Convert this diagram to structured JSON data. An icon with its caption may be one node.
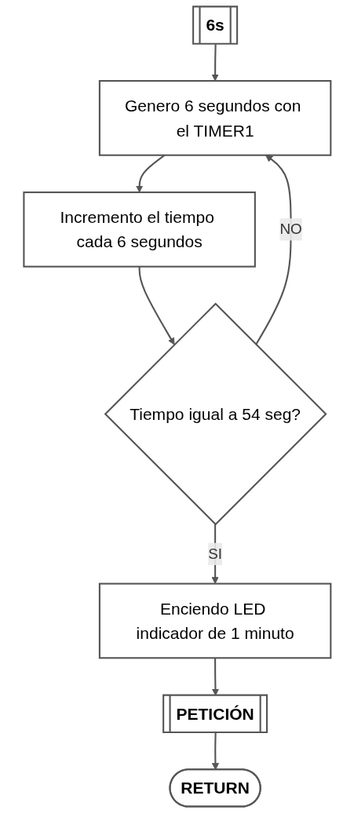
{
  "diagram": {
    "nodes": [
      {
        "text": [
          "6s"
        ]
      },
      {
        "text": [
          "Genero 6 segundos con el TIMER1"
        ]
      },
      {
        "text": [
          "Incremento el tiempo cada 6 segundos"
        ]
      },
      {
        "text": [
          "Tiempo igual a 54 seg?"
        ]
      },
      {
        "text": [
          "Enciendo LED indicador de 1 minuto"
        ]
      },
      {
        "text": [
          "PETICIÓN"
        ]
      },
      {
        "text": [
          "RETURN"
        ]
      }
    ],
    "edges": [
      {
        "from": 0,
        "to": 1,
        "arrow": "to"
      },
      {
        "from": 1,
        "to": 2,
        "arrow": "to"
      },
      {
        "from": 2,
        "to": 3,
        "arrow": "to"
      },
      {
        "from": 3,
        "to": 4,
        "label": "SI",
        "arrow": "to"
      },
      {
        "from": 3,
        "to": 1,
        "label": "NO",
        "arrow": "to"
      },
      {
        "from": 4,
        "to": 5,
        "arrow": "to"
      },
      {
        "from": 5,
        "to": 6,
        "arrow": "to"
      }
    ]
  }
}
